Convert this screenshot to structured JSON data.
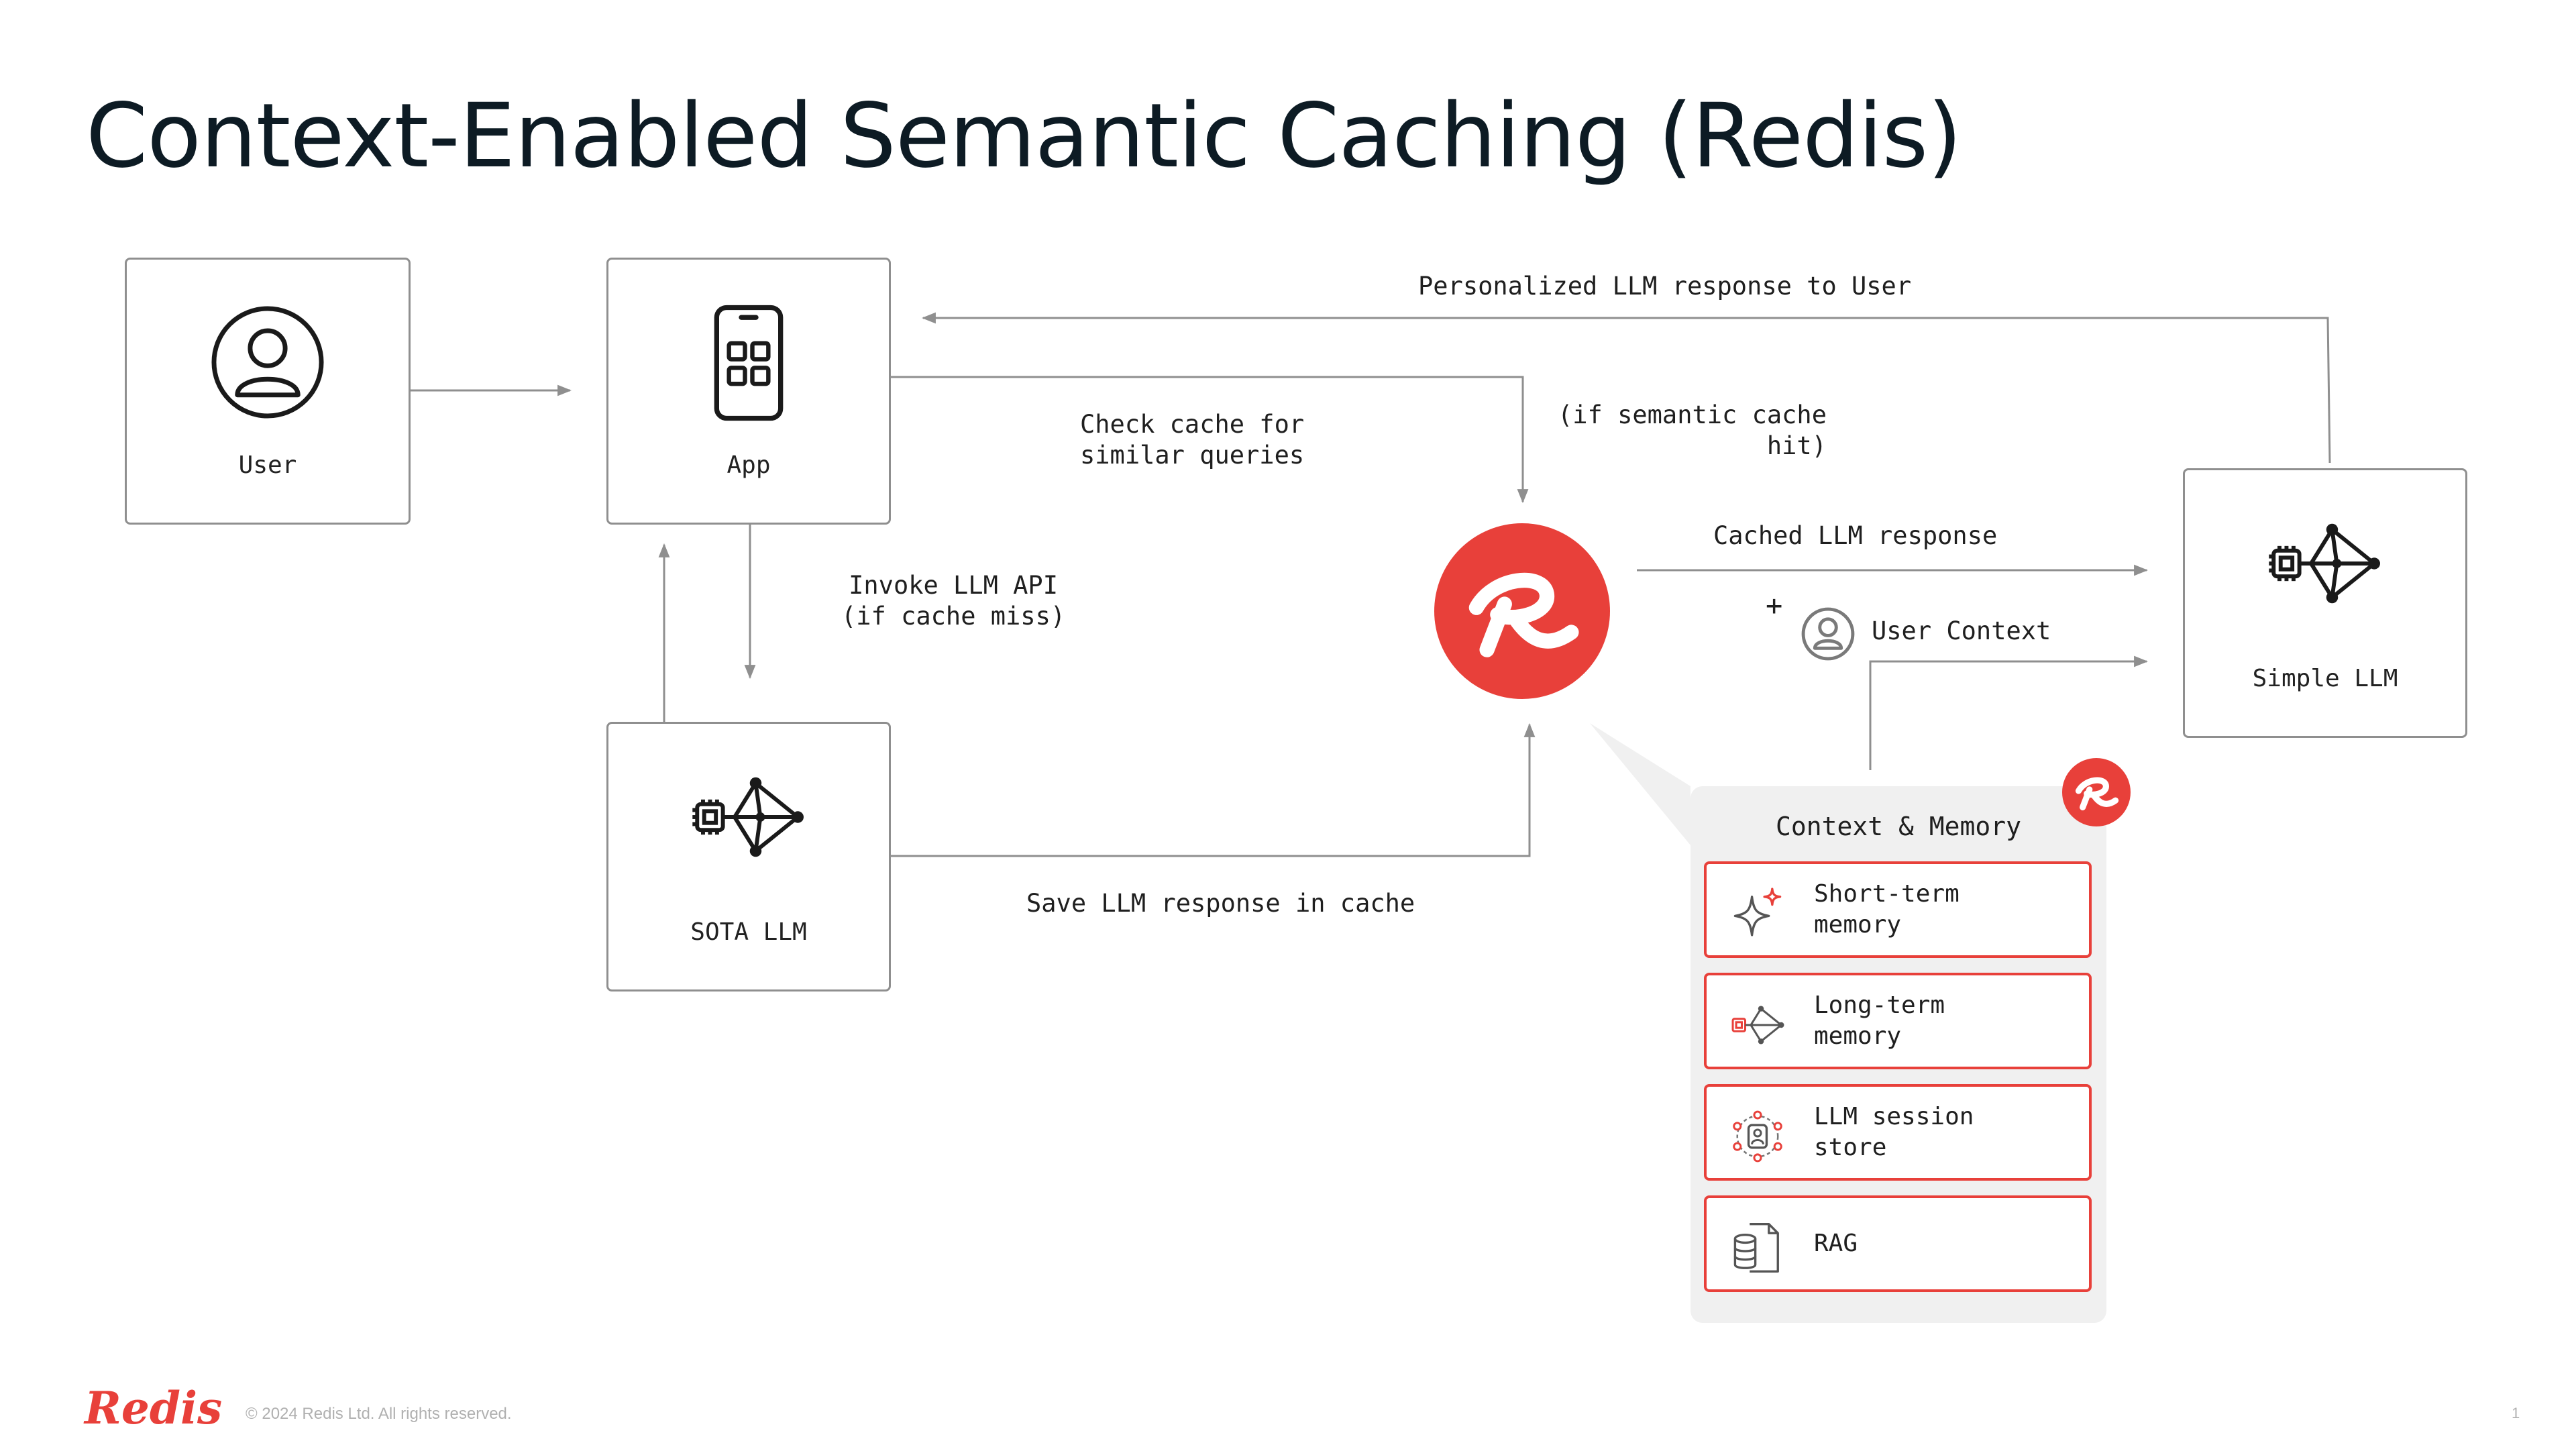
{
  "title": "Context-Enabled Semantic Caching (Redis)",
  "nodes": {
    "user": "User",
    "app": "App",
    "sota_llm": "SOTA LLM",
    "simple_llm": "Simple LLM"
  },
  "edges": {
    "personalized_response": "Personalized LLM response to User",
    "check_cache": "Check cache for\nsimilar queries",
    "semantic_hit": "(if semantic cache\nhit)",
    "invoke_llm": "Invoke LLM API\n(if cache miss)",
    "cached_response": "Cached LLM response",
    "plus": "+",
    "user_context": "User Context",
    "save_response": "Save LLM response in cache"
  },
  "context_panel": {
    "title": "Context & Memory",
    "items": [
      {
        "label": "Short-term\nmemory",
        "icon": "sparkle-icon"
      },
      {
        "label": "Long-term\nmemory",
        "icon": "neural-chip-icon"
      },
      {
        "label": "LLM session\nstore",
        "icon": "session-user-icon"
      },
      {
        "label": "RAG",
        "icon": "database-document-icon"
      }
    ]
  },
  "footer": {
    "logo": "Redis",
    "copyright": "© 2024 Redis Ltd. All rights reserved.",
    "page": "1"
  },
  "colors": {
    "accent": "#e8403a",
    "line": "#8f8f8f",
    "panel": "#f0f0f0",
    "title": "#0d1b24"
  }
}
